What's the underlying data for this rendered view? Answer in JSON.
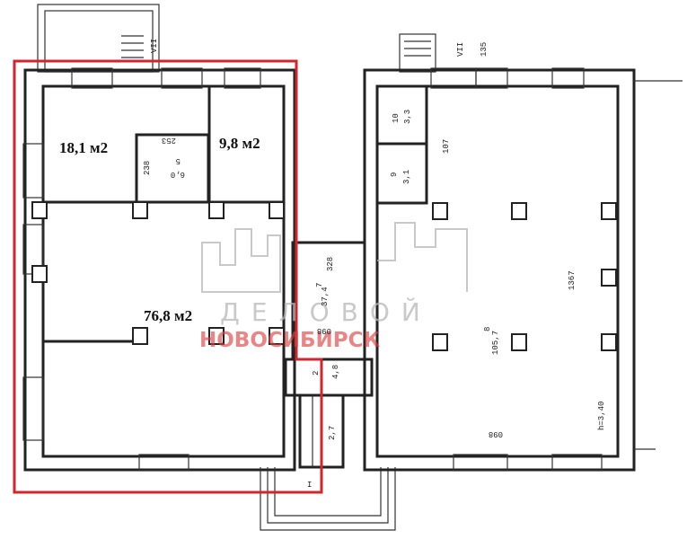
{
  "plan": {
    "areas": {
      "room_a": "18,1 м2",
      "room_b": "9,8 м2",
      "room_main": "76,8 м2"
    },
    "dims": {
      "d253": "253",
      "d238": "238",
      "d5": "5",
      "d60": "6,0",
      "d10": "10",
      "d33": "3,3",
      "d9": "9",
      "d31": "3,1",
      "d107": "107",
      "d135": "135",
      "d1367": "1367",
      "d8": "8",
      "d1057": "105,7",
      "d7": "7",
      "d328": "328",
      "d374": "37,4",
      "d2": "2",
      "d48": "4,8",
      "d27": "2,7",
      "d098a": "098",
      "d098b": "098",
      "dh": "h=3,40",
      "dvii1": "VII",
      "dvii2": "VII",
      "dI": "I"
    },
    "highlight_color": "#d0262d",
    "watermark": {
      "line1": "ДЕЛОВОЙ",
      "line2": "НОВОСИБИРСК",
      "color_gray": "#b7b7b7",
      "color_red": "#e04040"
    }
  }
}
